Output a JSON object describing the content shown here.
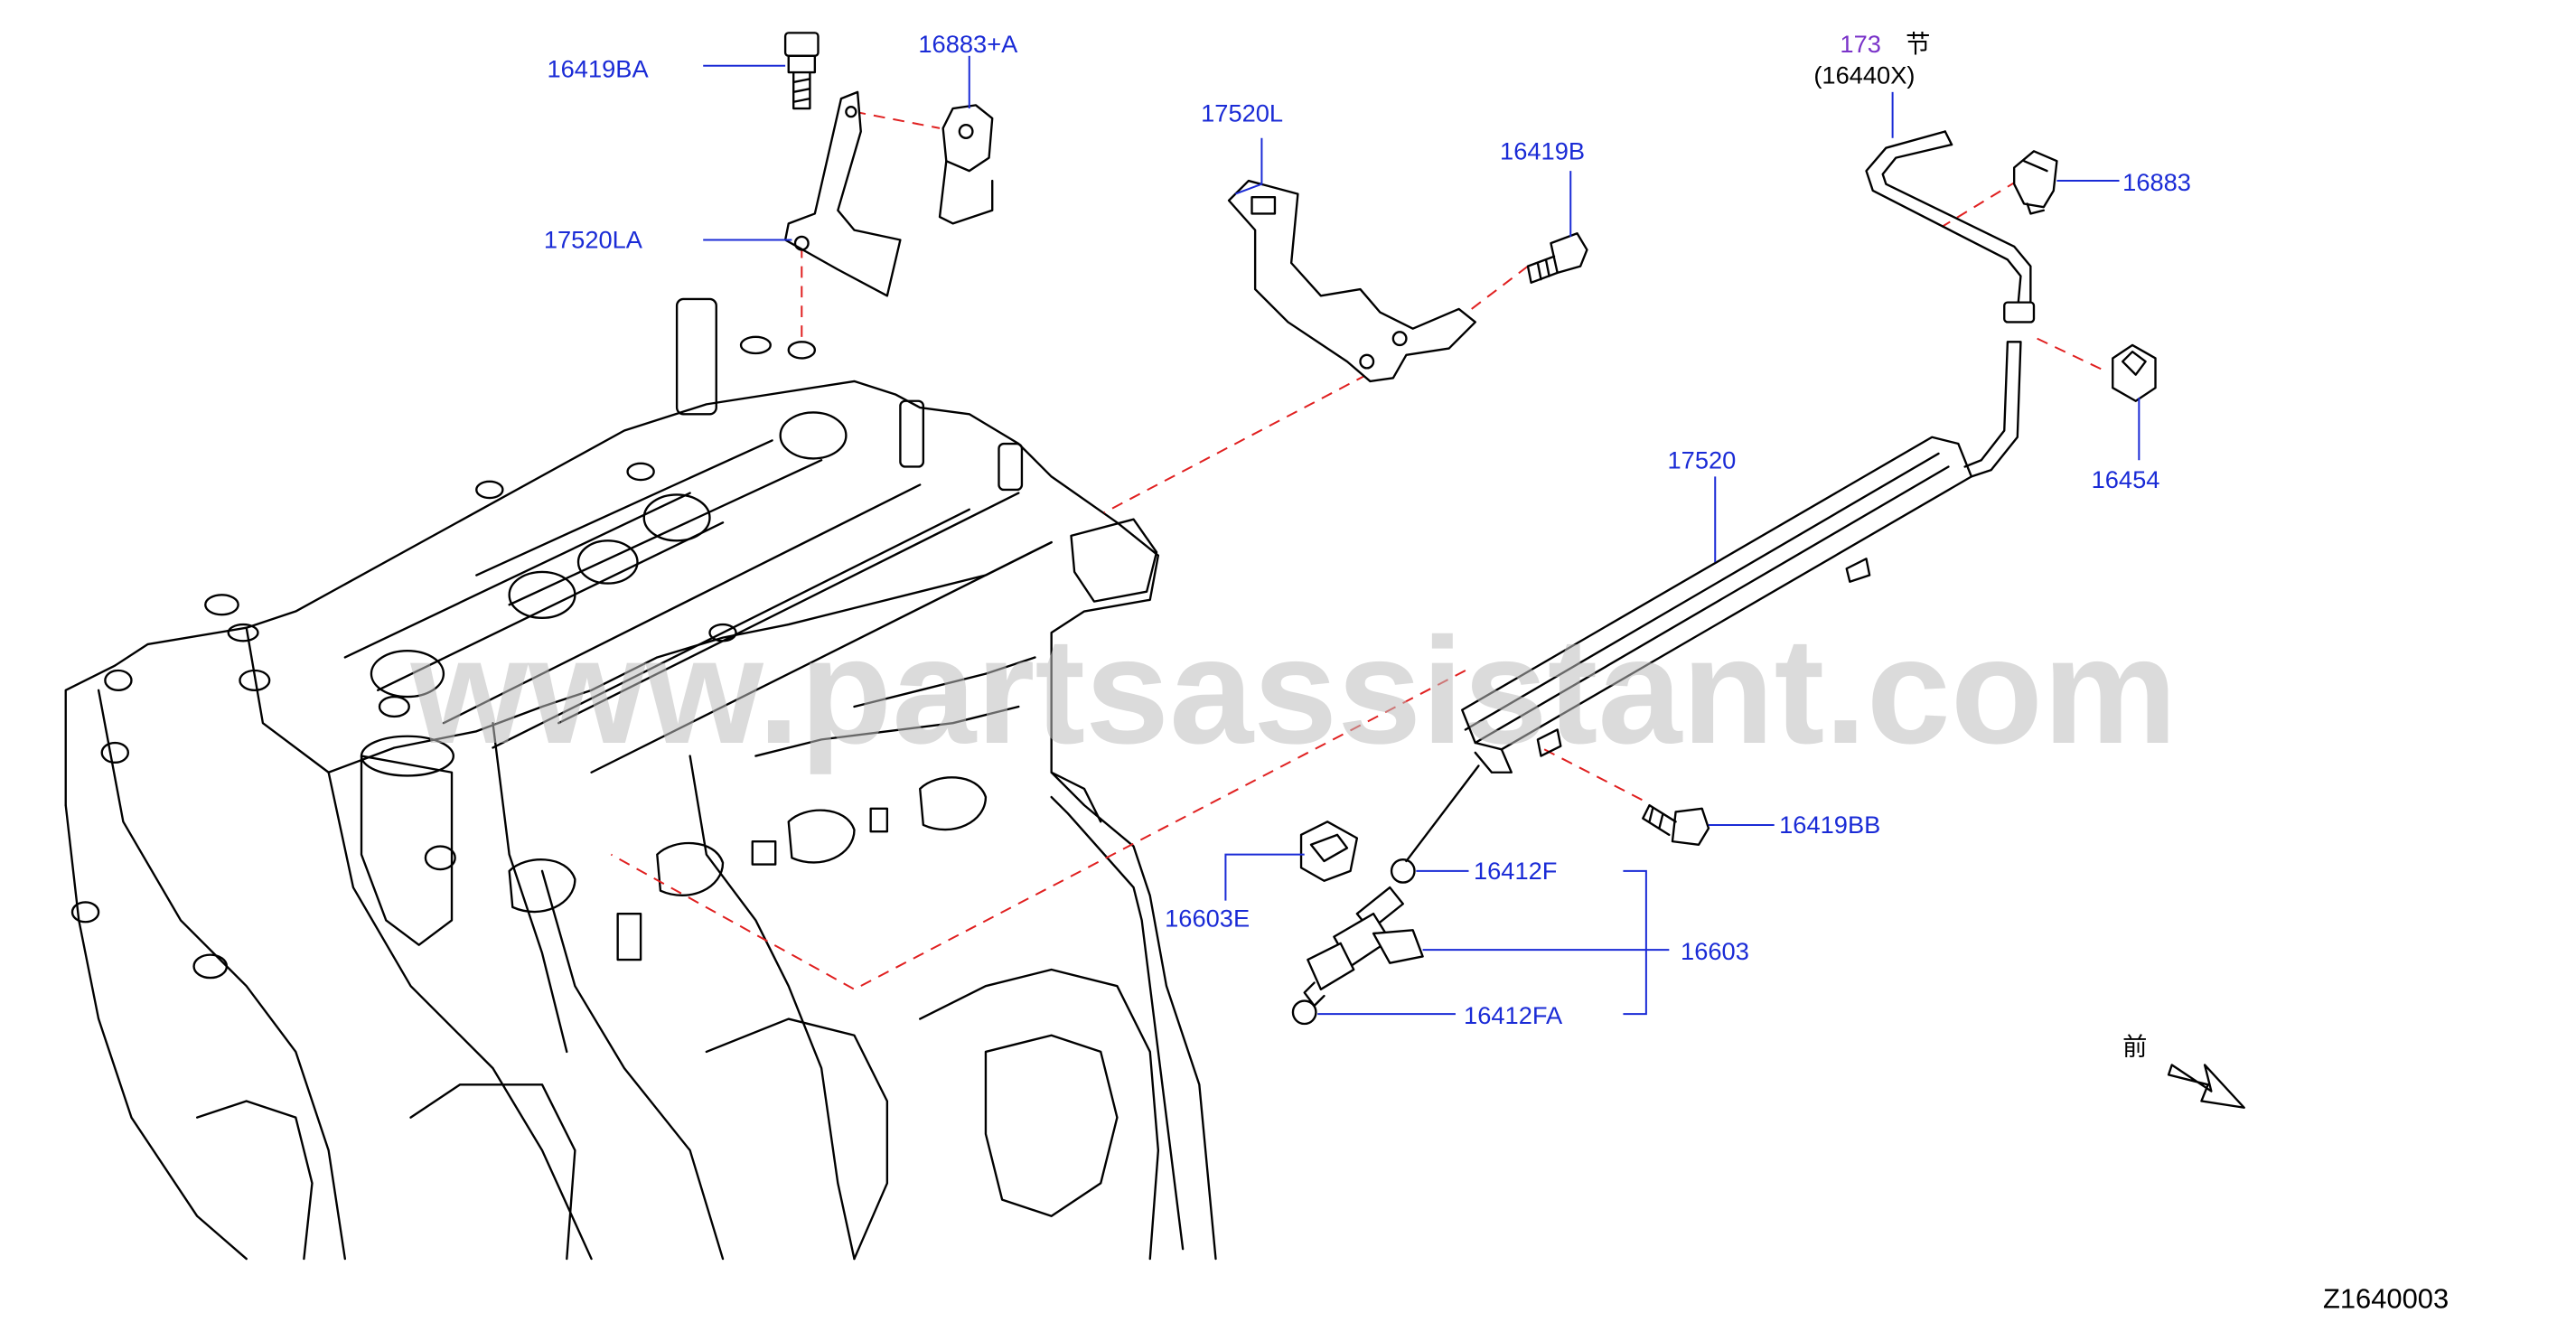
{
  "callouts": {
    "c16419BA": "16419BA",
    "c16883A": "16883+A",
    "c17520LA": "17520LA",
    "c17520L": "17520L",
    "c16419B": "16419B",
    "c173": "173",
    "c173_glyph": "节",
    "c16440X": "(16440X)",
    "c16883": "16883",
    "c16454": "16454",
    "c17520": "17520",
    "c16419BB": "16419BB",
    "c16412F": "16412F",
    "c16603E": "16603E",
    "c16603": "16603",
    "c16412FA": "16412FA"
  },
  "front_indicator": "前",
  "watermark": "www.partsassistant.com",
  "diagram_code": "Z1640003",
  "colors": {
    "callout": "#1a2bd6",
    "callout_section": "#7a33c9",
    "dashed_leader": "#e02020",
    "line_art": "#000000",
    "watermark": "#bdbdbd"
  }
}
